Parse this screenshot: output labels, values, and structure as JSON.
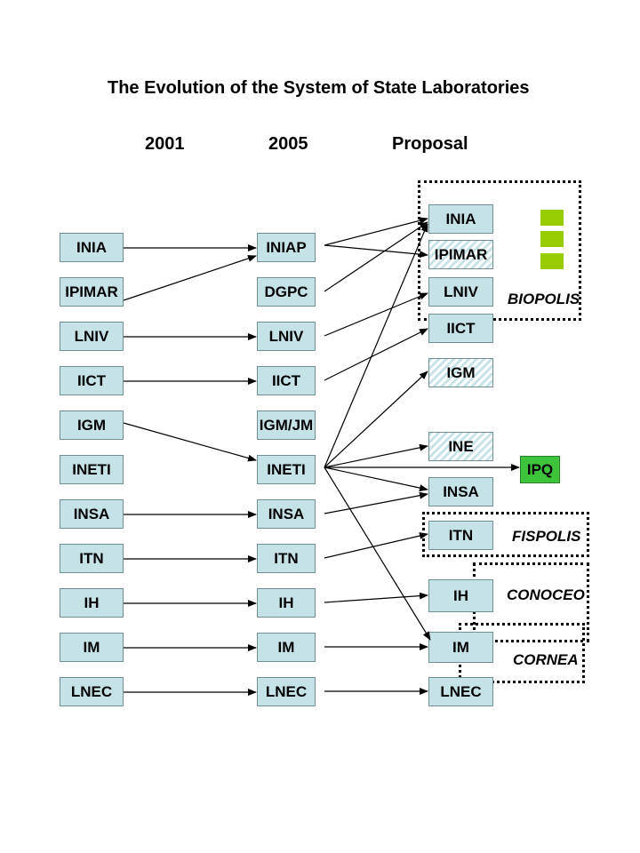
{
  "title": "The Evolution of the System of State Laboratories",
  "columns": {
    "c2001": "2001",
    "c2005": "2005",
    "proposal": "Proposal"
  },
  "labs_2001": [
    "INIA",
    "IPIMAR",
    "LNIV",
    "IICT",
    "IGM",
    "INETI",
    "INSA",
    "ITN",
    "IH",
    "IM",
    "LNEC"
  ],
  "labs_2005": [
    "INIAP",
    "DGPC",
    "LNIV",
    "IICT",
    "IGM/JM",
    "INETI",
    "INSA",
    "ITN",
    "IH",
    "IM",
    "LNEC"
  ],
  "labs_proposal": [
    "INIA",
    "IPIMAR",
    "LNIV",
    "IICT",
    "IGM",
    "INE",
    "INSA",
    "ITN",
    "IH",
    "IM",
    "LNEC"
  ],
  "hatched_proposal": [
    "IPIMAR",
    "IGM",
    "INE"
  ],
  "ipq": "IPQ",
  "groups": {
    "biopolis": "BIOPOLIS",
    "fispolis": "FISPOLIS",
    "conoceo": "CONOCEO",
    "cornea": "CORNEA"
  },
  "colors": {
    "box": "#c5e3e6",
    "border": "#6f8f94",
    "ipq": "#3ec43a",
    "legend_squares": "#99cc00"
  }
}
